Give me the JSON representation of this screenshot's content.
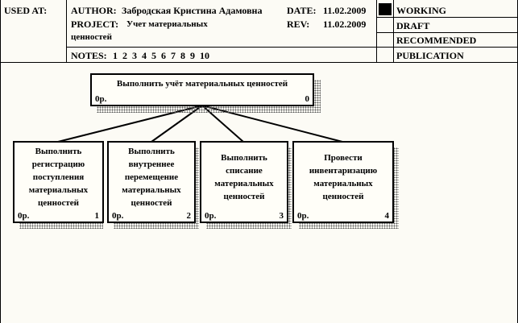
{
  "header": {
    "used_at_label": "USED AT:",
    "author_label": "AUTHOR:",
    "author_value": "Забродская Кристина Адамовна",
    "date_label": "DATE:",
    "date_value": "11.02.2009",
    "project_label": "PROJECT:",
    "project_line1": "Учет материальных",
    "project_line2": "ценностей",
    "rev_label": "REV:",
    "rev_value": "11.02.2009",
    "notes_label": "NOTES:",
    "notes_values": "1  2  3  4  5  6  7  8  9  10",
    "status": [
      "WORKING",
      "DRAFT",
      "RECOMMENDED",
      "PUBLICATION"
    ],
    "selected_status": "WORKING"
  },
  "diagram": {
    "parent": {
      "text": "Выполнить учёт материальных ценностей",
      "cost": "0р.",
      "number": "0"
    },
    "children": [
      {
        "lines": [
          "Выполнить",
          "регистрацию",
          "поступления",
          "материальных",
          "ценностей"
        ],
        "cost": "0р.",
        "number": "1"
      },
      {
        "lines": [
          "Выполнить",
          "внутреннее",
          "перемещение",
          "материальных",
          "ценностей"
        ],
        "cost": "0р.",
        "number": "2"
      },
      {
        "lines": [
          "Выполнить",
          "списание",
          "материальных",
          "ценностей"
        ],
        "cost": "0р.",
        "number": "3"
      },
      {
        "lines": [
          "Провести",
          "инвентаризацию",
          "материальных",
          "ценностей"
        ],
        "cost": "0р.",
        "number": "4"
      }
    ]
  }
}
